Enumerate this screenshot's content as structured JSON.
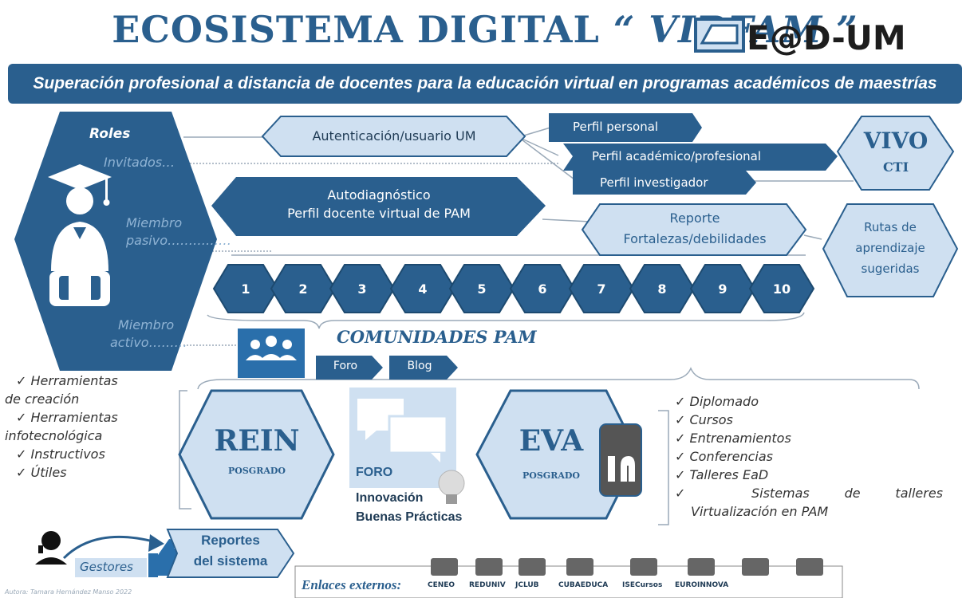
{
  "title": {
    "prefix": "ECOSISTEMA DIGITAL",
    "quoted": "“ VIRFAM ”",
    "logo": "E@D-UM"
  },
  "subtitle": "Superación profesional a distancia de docentes para la educación virtual en programas académicos de maestrías",
  "roles": {
    "heading": "Roles",
    "items": [
      "Invitados…",
      "Miembro",
      "pasivo……………",
      "Miembro",
      "activo………"
    ]
  },
  "auth": "Autenticación/usuario UM",
  "profiles": [
    "Perfil personal",
    "Perfil académico/profesional",
    "Perfil investigador"
  ],
  "vivo": {
    "title": "VIVO",
    "sub": "CTI"
  },
  "autodiag": {
    "line1": "Autodiagnóstico",
    "line2": "Perfil docente virtual de PAM"
  },
  "reporte": {
    "line1": "Reporte",
    "line2": "Fortalezas/debilidades"
  },
  "rutas": {
    "line1": "Rutas de",
    "line2": "aprendizaje",
    "line3": "sugeridas"
  },
  "numbers": [
    "1",
    "2",
    "3",
    "4",
    "5",
    "6",
    "7",
    "8",
    "9",
    "10"
  ],
  "comunidades": "COMUNIDADES PAM",
  "foro_blog": [
    "Foro",
    "Blog"
  ],
  "left_list": [
    "✓ Herramientas",
    "de creación",
    "✓ Herramientas",
    "infotecnológica",
    "✓ Instructivos",
    "✓ Útiles"
  ],
  "rein": {
    "title": "REIN",
    "sub": "POSGRADO"
  },
  "foro_box": {
    "title": "FORO",
    "line1": "Innovación",
    "line2": "Buenas Prácticas"
  },
  "eva": {
    "title": "EVA",
    "sub": "POSGRADO"
  },
  "right_list": [
    "✓ Diplomado",
    "✓ Cursos",
    "✓ Entrenamientos",
    "✓ Conferencias",
    "✓ Talleres EaD",
    "✓ Sistemas de talleres",
    "Virtualización en PAM"
  ],
  "gestores": "Gestores",
  "reportes": {
    "line1": "Reportes",
    "line2": "del sistema"
  },
  "enlaces": {
    "label": "Enlaces externos:",
    "items": [
      "CENEO",
      "REDUNIV",
      "JCLUB",
      "CUBAEDUCA",
      "ISECursos",
      "EUROINNOVA"
    ]
  },
  "author": "Autora: Tamara Hernández Manso 2022",
  "colors": {
    "primary": "#2a5f8e",
    "light": "#cfe0f1",
    "pale": "#e3edf7",
    "white": "#ffffff"
  }
}
